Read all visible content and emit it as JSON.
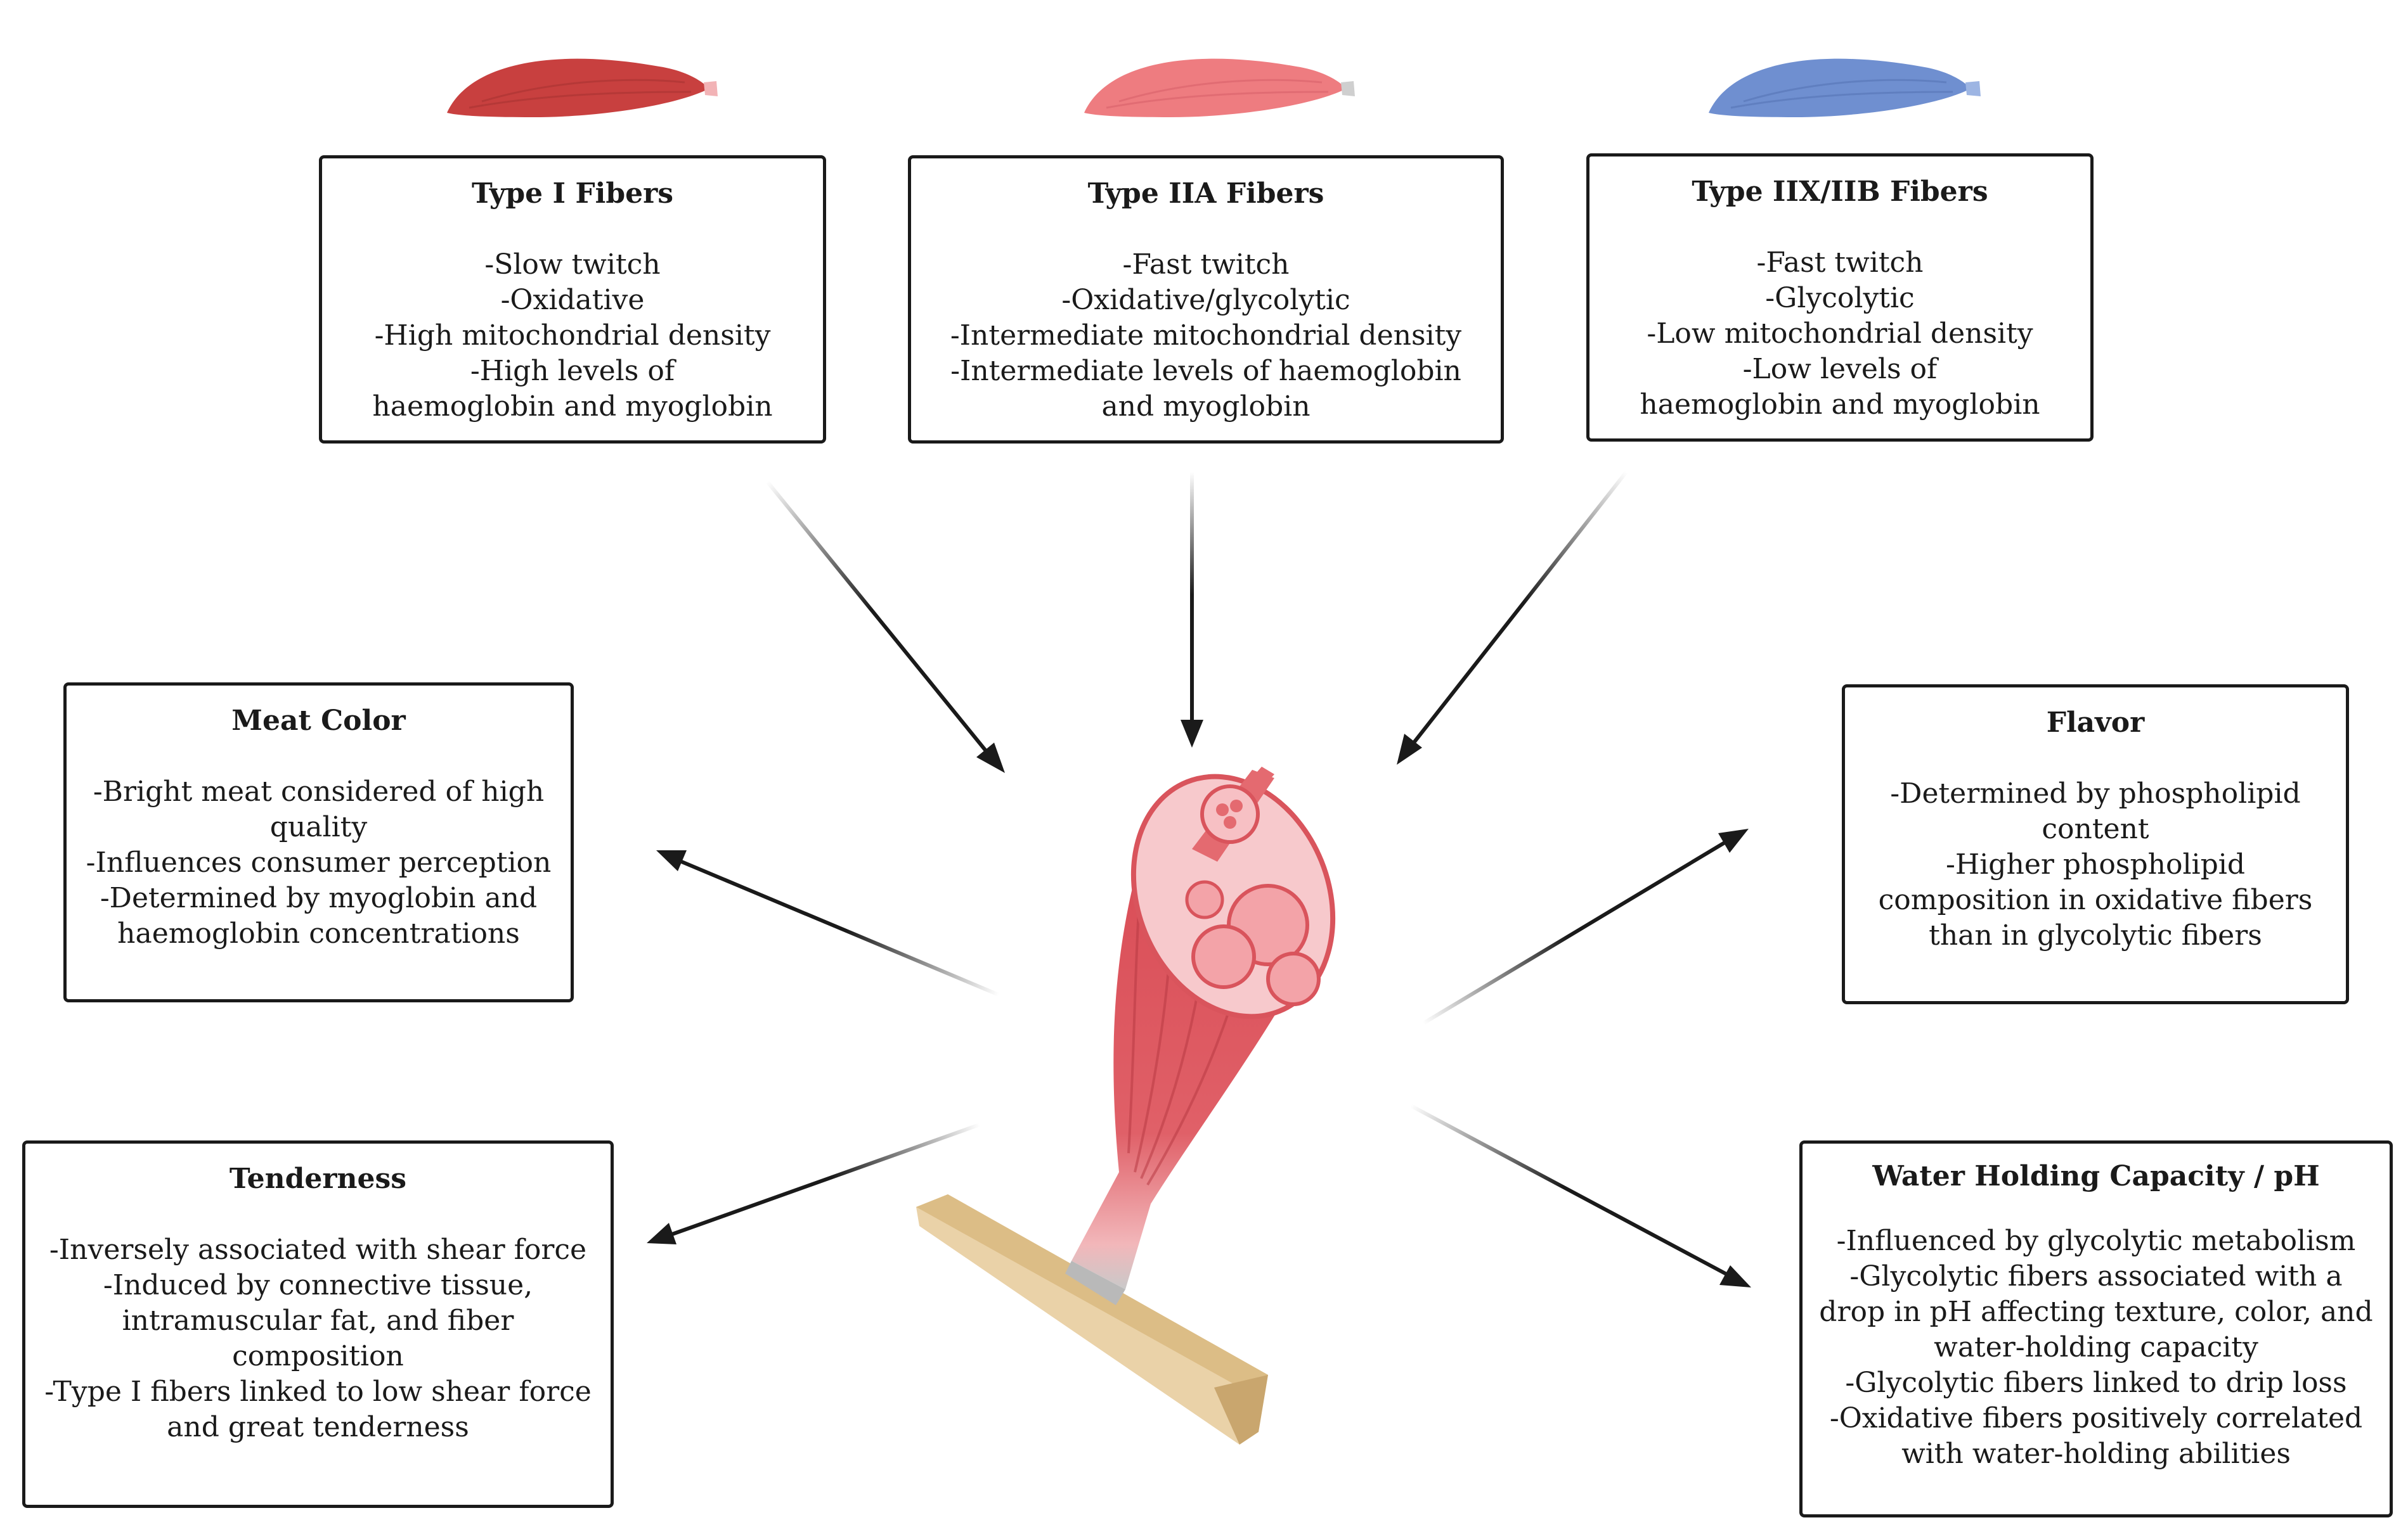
{
  "fiber_types": [
    {
      "title": "Type I Fibers",
      "lines": [
        "-Slow twitch",
        "-Oxidative",
        "-High mitochondrial density",
        "-High levels of",
        "haemoglobin and myoglobin"
      ],
      "muscle_color": "#c8403f"
    },
    {
      "title": "Type IIA Fibers",
      "lines": [
        "-Fast twitch",
        "-Oxidative/glycolytic",
        "-Intermediate mitochondrial density",
        "-Intermediate levels of haemoglobin",
        "and myoglobin"
      ],
      "muscle_color": "#ee7c80"
    },
    {
      "title": "Type IIX/IIB Fibers",
      "lines": [
        "-Fast twitch",
        "-Glycolytic",
        "-Low mitochondrial density",
        "-Low levels of",
        "haemoglobin and myoglobin"
      ],
      "muscle_color": "#6f8fd0"
    }
  ],
  "meat_traits": [
    {
      "title": "Meat Color",
      "lines": [
        "-Bright meat considered of high",
        "quality",
        "-Influences consumer perception",
        "-Determined by myoglobin and",
        "haemoglobin concentrations"
      ]
    },
    {
      "title": "Flavor",
      "lines": [
        "-Determined by phospholipid",
        "content",
        "-Higher phospholipid",
        "composition in oxidative fibers",
        "than in glycolytic fibers"
      ]
    },
    {
      "title": "Tenderness",
      "lines": [
        "-Inversely associated with shear force",
        "-Induced by connective tissue,",
        "intramuscular fat, and fiber",
        "composition",
        "-Type I fibers linked to low shear force",
        "and great tenderness"
      ]
    },
    {
      "title": "Water Holding Capacity / pH",
      "lines": [
        "-Influenced by glycolytic metabolism",
        "-Glycolytic fibers associated with a",
        "drop in pH affecting texture, color, and",
        "water-holding capacity",
        "-Glycolytic fibers linked to drip loss",
        "-Oxidative fibers positively correlated",
        "with water-holding abilities"
      ]
    }
  ]
}
